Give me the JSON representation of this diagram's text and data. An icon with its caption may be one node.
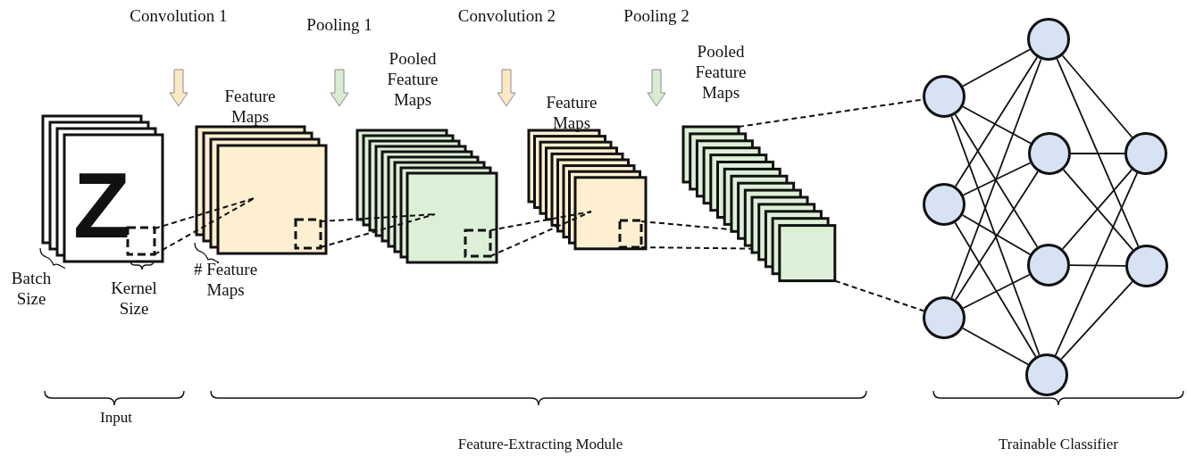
{
  "diagram": {
    "nodes": [
      {
        "text": [],
        "shape": "box"
      },
      {
        "text": [],
        "shape": "circle"
      },
      {
        "text": [],
        "shape": "circle"
      },
      {
        "text": [],
        "shape": "circle"
      },
      {
        "text": [],
        "shape": "circle"
      },
      {
        "text": [],
        "shape": "circle"
      },
      {
        "text": [],
        "shape": "circle"
      },
      {
        "text": [],
        "shape": "circle"
      },
      {
        "text": [],
        "shape": "circle"
      },
      {
        "text": [],
        "shape": "circle"
      }
    ],
    "edges": [
      {
        "from": 0,
        "to": 1,
        "arrow": "none",
        "style": "dashed"
      },
      {
        "from": 0,
        "to": 3,
        "arrow": "none",
        "style": "dashed"
      },
      {
        "from": 1,
        "to": 4,
        "arrow": "none"
      },
      {
        "from": 1,
        "to": 5,
        "arrow": "none"
      },
      {
        "from": 1,
        "to": 6,
        "arrow": "none"
      },
      {
        "from": 1,
        "to": 7,
        "arrow": "none"
      },
      {
        "from": 2,
        "to": 4,
        "arrow": "none"
      },
      {
        "from": 2,
        "to": 5,
        "arrow": "none"
      },
      {
        "from": 2,
        "to": 6,
        "arrow": "none"
      },
      {
        "from": 2,
        "to": 7,
        "arrow": "none"
      },
      {
        "from": 3,
        "to": 4,
        "arrow": "none"
      },
      {
        "from": 3,
        "to": 5,
        "arrow": "none"
      },
      {
        "from": 3,
        "to": 6,
        "arrow": "none"
      },
      {
        "from": 3,
        "to": 7,
        "arrow": "none"
      },
      {
        "from": 4,
        "to": 8,
        "arrow": "none"
      },
      {
        "from": 4,
        "to": 9,
        "arrow": "none"
      },
      {
        "from": 5,
        "to": 8,
        "arrow": "none"
      },
      {
        "from": 5,
        "to": 9,
        "arrow": "none"
      },
      {
        "from": 6,
        "to": 8,
        "arrow": "none"
      },
      {
        "from": 6,
        "to": 9,
        "arrow": "none"
      },
      {
        "from": 7,
        "to": 8,
        "arrow": "none"
      },
      {
        "from": 7,
        "to": 9,
        "arrow": "none"
      }
    ],
    "labels": [
      "Convolution 1",
      "Pooling 1",
      "Convolution 2",
      "Pooling 2",
      "Pooled Feature Maps",
      "Pooled Feature Maps",
      "Feature Maps",
      "Feature Maps",
      "Z",
      "Batch Size",
      "Kernel Size",
      "# Feature Maps",
      "Input",
      "Feature-Extracting Module",
      "Trainable Classifier"
    ]
  }
}
